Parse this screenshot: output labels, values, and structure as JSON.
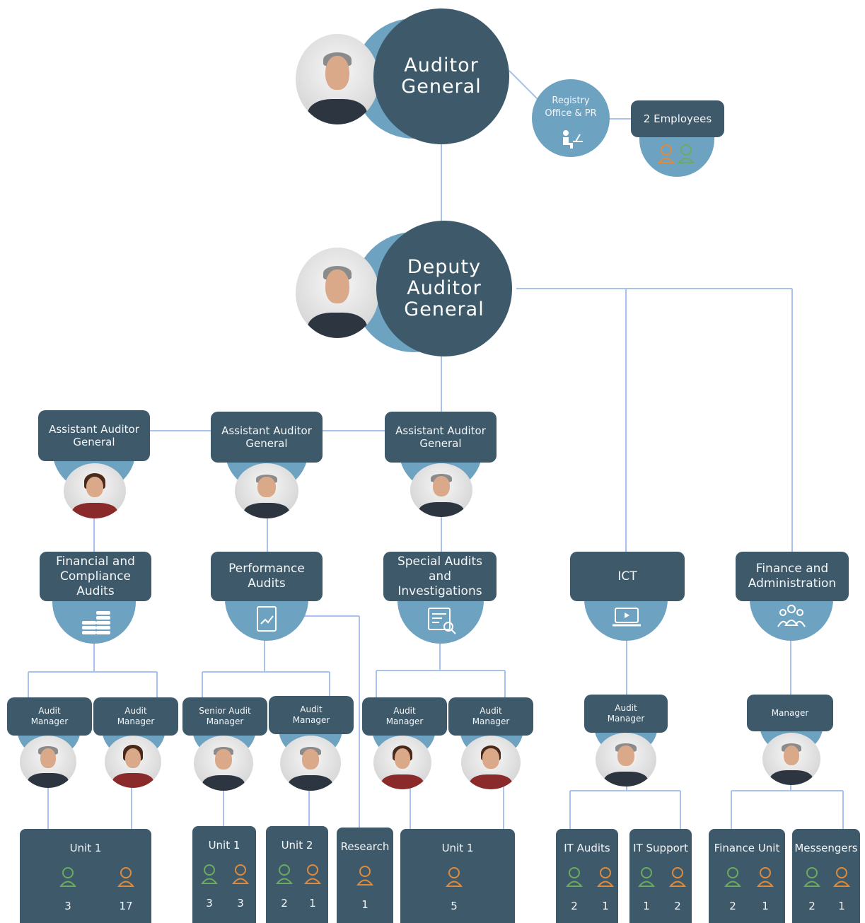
{
  "colors": {
    "dark": "#3e5a6a",
    "light": "#6ea2c1",
    "line": "#a9c1ee",
    "green": "#6bab5f",
    "orange": "#e08a3c"
  },
  "top": {
    "title": "Auditor\nGeneral"
  },
  "registry": {
    "label": "Registry\nOffice & PR",
    "icon": "person-at-desk-icon"
  },
  "employees": {
    "label": "2 Employees"
  },
  "deputy": {
    "title": "Deputy\nAuditor\nGeneral"
  },
  "assistants": [
    {
      "label": "Assistant Auditor\nGeneral"
    },
    {
      "label": "Assistant Auditor\nGeneral"
    },
    {
      "label": "Assistant Auditor\nGeneral"
    }
  ],
  "departments": [
    {
      "label": "Financial and\nCompliance\nAudits",
      "icon": "coin-stack-icon"
    },
    {
      "label": "Performance\nAudits",
      "icon": "chart-document-icon"
    },
    {
      "label": "Special Audits\nand\nInvestigations",
      "icon": "document-search-icon"
    },
    {
      "label": "ICT",
      "icon": "laptop-icon"
    },
    {
      "label": "Finance and\nAdministration",
      "icon": "team-icon"
    }
  ],
  "managers": [
    {
      "label": "Audit\nManager"
    },
    {
      "label": "Audit\nManager"
    },
    {
      "label": "Senior Audit\nManager"
    },
    {
      "label": "Audit\nManager"
    },
    {
      "label": "Audit\nManager"
    },
    {
      "label": "Audit\nManager"
    },
    {
      "label": "Audit\nManager"
    },
    {
      "label": "Manager"
    }
  ],
  "units": [
    {
      "title": "Unit 1",
      "counts": [
        {
          "color": "green",
          "value": "3"
        },
        {
          "color": "orange",
          "value": "17"
        }
      ]
    },
    {
      "title": "Unit 1",
      "counts": [
        {
          "color": "green",
          "value": "3"
        },
        {
          "color": "orange",
          "value": "3"
        }
      ]
    },
    {
      "title": "Unit 2",
      "counts": [
        {
          "color": "green",
          "value": "2"
        },
        {
          "color": "orange",
          "value": "1"
        }
      ]
    },
    {
      "title": "Research",
      "counts": [
        {
          "color": "orange",
          "value": "1"
        }
      ]
    },
    {
      "title": "Unit 1",
      "counts": [
        {
          "color": "orange",
          "value": "5"
        }
      ]
    },
    {
      "title": "IT Audits",
      "counts": [
        {
          "color": "green",
          "value": "2"
        },
        {
          "color": "orange",
          "value": "1"
        }
      ]
    },
    {
      "title": "IT Support",
      "counts": [
        {
          "color": "green",
          "value": "1"
        },
        {
          "color": "orange",
          "value": "2"
        }
      ]
    },
    {
      "title": "Finance Unit",
      "counts": [
        {
          "color": "green",
          "value": "2"
        },
        {
          "color": "orange",
          "value": "1"
        }
      ]
    },
    {
      "title": "Messengers",
      "counts": [
        {
          "color": "green",
          "value": "2"
        },
        {
          "color": "orange",
          "value": "1"
        }
      ]
    }
  ]
}
